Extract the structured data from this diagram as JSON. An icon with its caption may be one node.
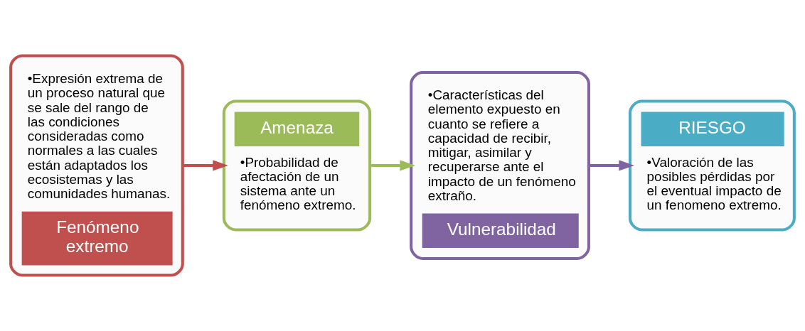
{
  "diagram": {
    "nodes": [
      {
        "text": [
          "•Expresión extrema de un proceso natural que se sale del rango de las condiciones consideradas como normales a las cuales están adaptados los ecosistemas y las comunidades humanas.",
          "Fenómeno extremo"
        ]
      },
      {
        "text": [
          "Amenaza",
          "•Probabilidad de afectación de un sistema ante un fenómeno extremo."
        ]
      },
      {
        "text": [
          "•Características del elemento expuesto en cuanto se refiere a capacidad de recibir, mitigar, asimilar y recuperarse ante el impacto de un fenómeno extraño.",
          "Vulnerabilidad"
        ]
      },
      {
        "text": [
          "RIESGO",
          "•Valoración de las posibles pérdidas por el eventual impacto de un fenomeno extremo."
        ]
      }
    ],
    "edges": [
      {
        "from": 0,
        "to": 1,
        "arrow": "to",
        "color": "#c0504d"
      },
      {
        "from": 1,
        "to": 2,
        "arrow": "to",
        "color": "#9bbb59"
      },
      {
        "from": 2,
        "to": 3,
        "arrow": "to",
        "color": "#8064a2"
      }
    ]
  }
}
